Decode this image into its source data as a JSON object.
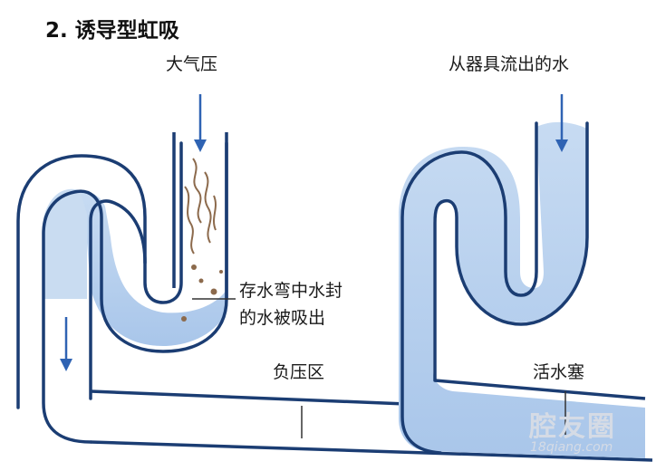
{
  "title": "2. 诱导型虹吸",
  "labels": {
    "atmospheric_pressure": "大气压",
    "water_from_fixture": "从器具流出的水",
    "seal_sucked_line1": "存水弯中水封",
    "seal_sucked_line2": "的水被吸出",
    "negative_pressure_zone": "负压区",
    "water_plug": "活水塞"
  },
  "watermark": {
    "logo_text": "腔友圈",
    "site": "18qiang.com"
  },
  "colors": {
    "pipe_wall": "#1b3d73",
    "water": "#b9d1ee",
    "arrow": "#2f63b3",
    "debris": "#8c6a4c"
  }
}
